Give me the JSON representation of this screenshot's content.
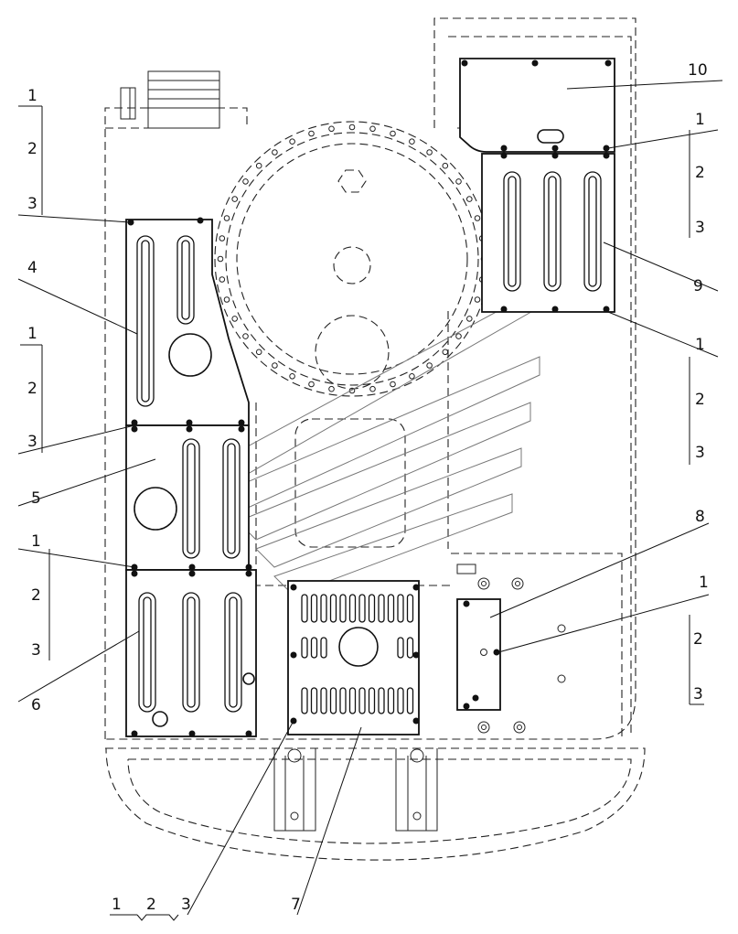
{
  "labels": {
    "l1a": "1",
    "l2a": "2",
    "l3a": "3",
    "l4": "4",
    "l1b": "1",
    "l2b": "2",
    "l3b": "3",
    "l5": "5",
    "l1c": "1",
    "l2c": "2",
    "l3c": "3",
    "l6": "6",
    "lb1": "1",
    "lb2": "2",
    "lb3": "3",
    "l7": "7",
    "l10": "10",
    "r1a": "1",
    "r2a": "2",
    "r3a": "3",
    "l9": "9",
    "r1b": "1",
    "r2b": "2",
    "r3b": "3",
    "l8": "8",
    "r1c": "1",
    "r2c": "2",
    "r3c": "3"
  }
}
